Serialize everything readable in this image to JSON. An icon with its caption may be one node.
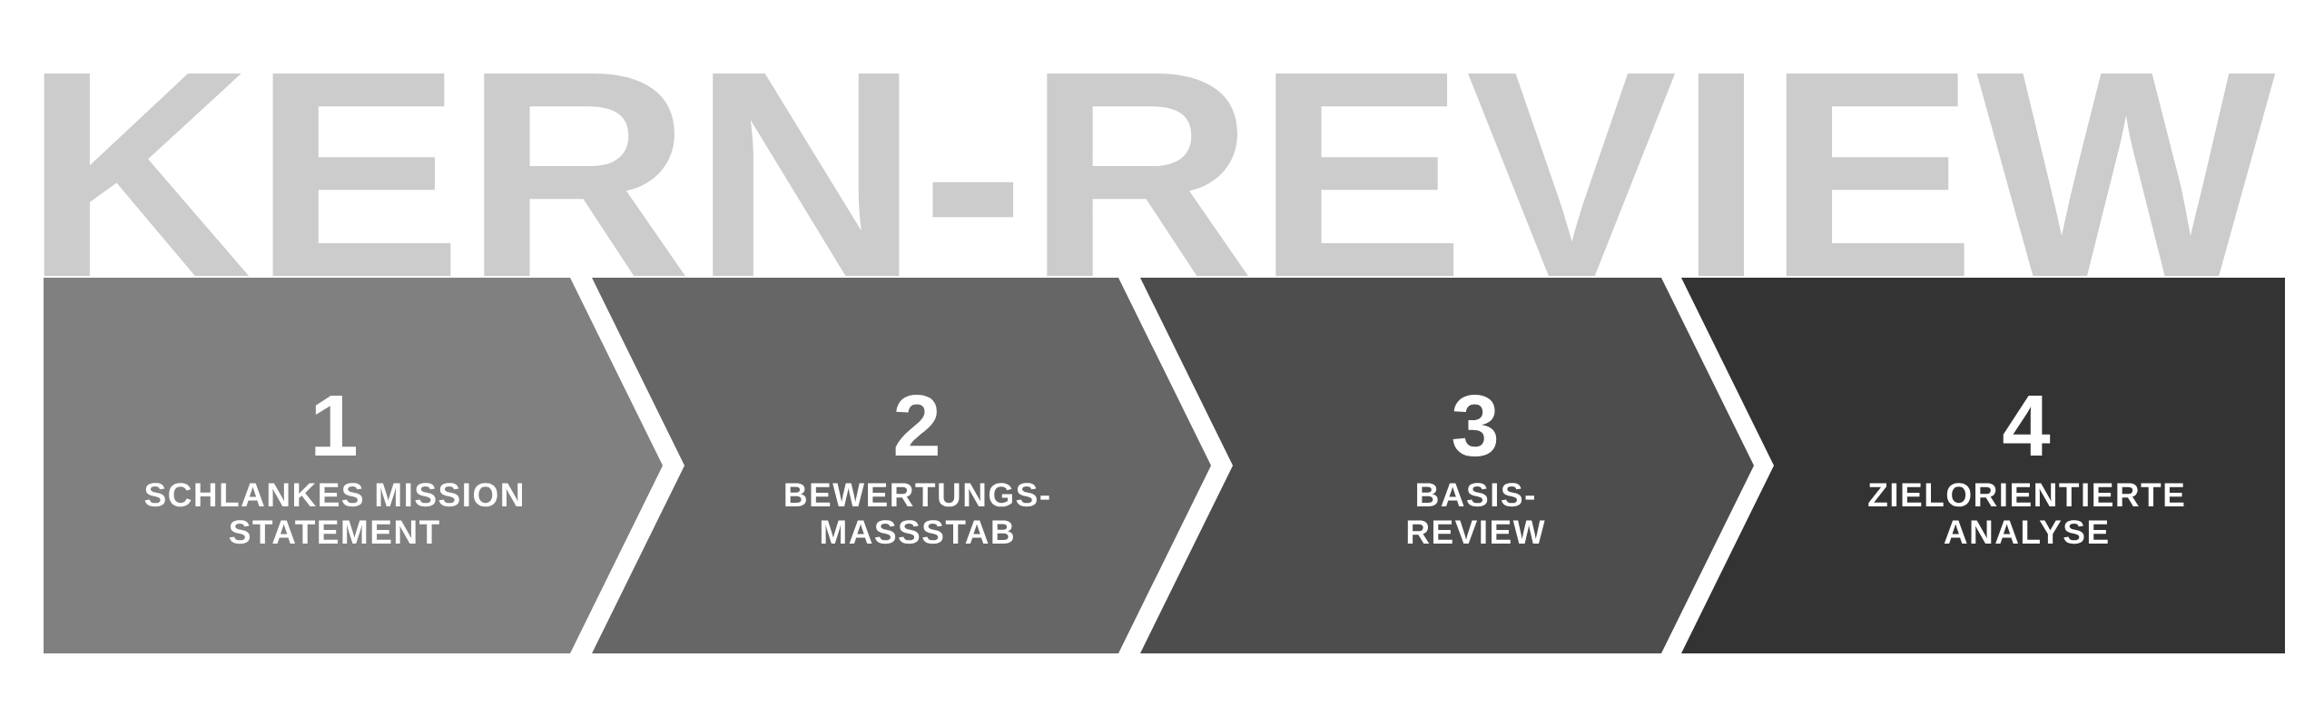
{
  "diagram": {
    "title": "KERN-REVIEW",
    "nodes": [
      {
        "text": [
          "1",
          "SCHLANKES MISSION STATEMENT"
        ]
      },
      {
        "text": [
          "2",
          "BEWERTUNGS-MASSSTAB"
        ]
      },
      {
        "text": [
          "3",
          "BASIS-REVIEW"
        ]
      },
      {
        "text": [
          "4",
          "ZIELORIENTIERTE ANALYSE"
        ]
      }
    ]
  }
}
